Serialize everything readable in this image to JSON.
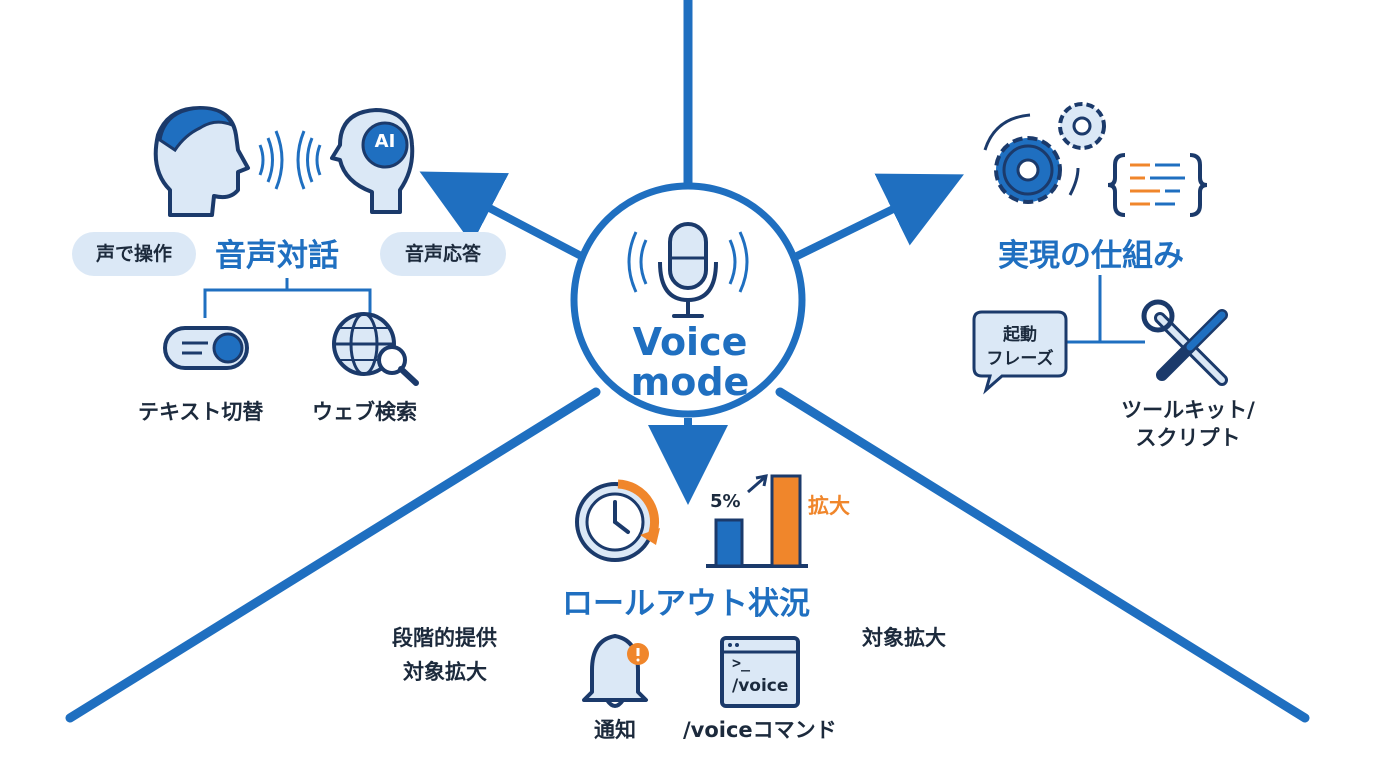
{
  "center": {
    "line1": "Voice",
    "line2": "mode"
  },
  "sections": {
    "voice_dialogue": {
      "title": "音声対話",
      "left_bubble": "声で操作",
      "right_bubble": "音声応答",
      "icon_ai_text": "AI",
      "items": [
        "テキスト切替",
        "ウェブ検索"
      ]
    },
    "mechanism": {
      "title": "実現の仕組み",
      "bubble_line1": "起動",
      "bubble_line2": "フレーズ",
      "tools_line1": "ツールキット/",
      "tools_line2": "スクリプト"
    },
    "rollout": {
      "title": "ロールアウト状況",
      "bar_start_label": "5%",
      "bar_end_label": "拡大",
      "left_line1": "段階的提供",
      "left_line2": "対象拡大",
      "right_text": "対象拡大",
      "notify_label": "通知",
      "terminal_prompt": ">_",
      "terminal_text": "/voice",
      "command_label": "/voiceコマンド"
    }
  },
  "colors": {
    "primary": "#1f6fc0",
    "dark": "#1b3a6b",
    "light": "#dbe8f6",
    "accent": "#f0862b"
  }
}
